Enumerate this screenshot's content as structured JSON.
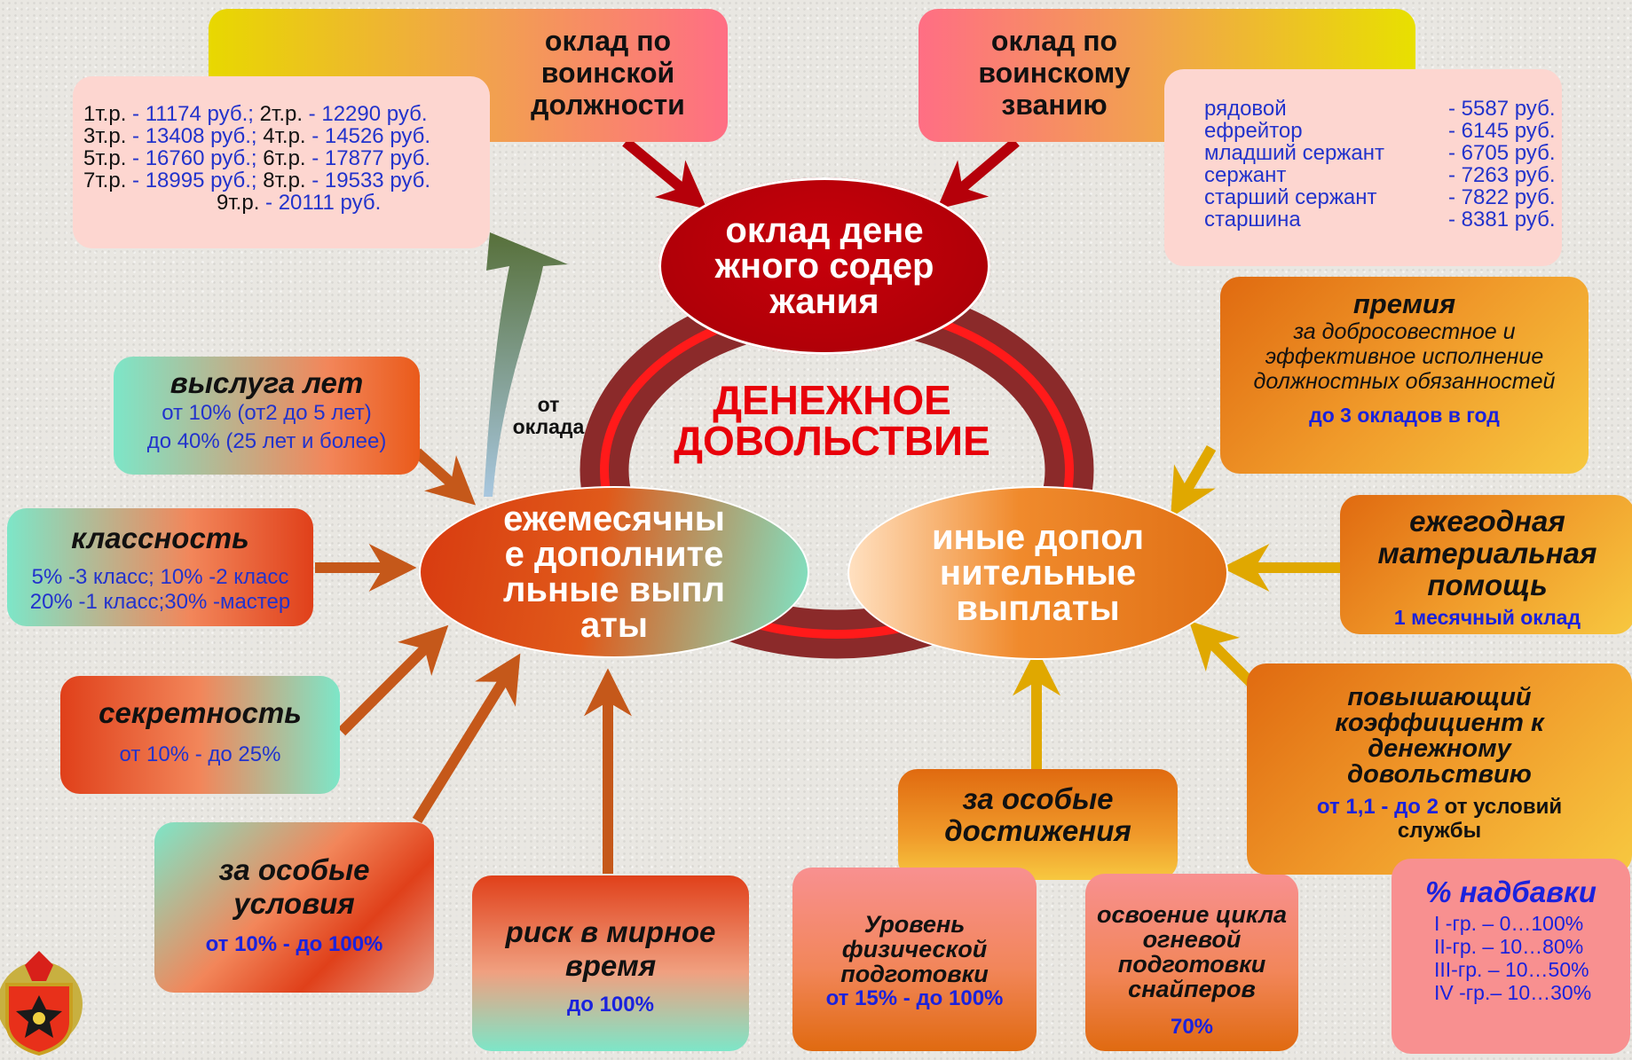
{
  "center": {
    "title_line1": "ДЕНЕЖНОЕ",
    "title_line2": "ДОВОЛЬСТВИЕ",
    "salary_oval": "оклад денежного содержания",
    "monthly_oval": "ежемесячные дополнительные выплаты",
    "other_oval": "иные дополнительные выплаты",
    "from_salary": "от оклада"
  },
  "position_salary": {
    "title": "оклад по воинской должности",
    "rows": [
      {
        "a_k": "1т.р.",
        "a_v": " - 11174 руб.;",
        "b_k": " 2т.р.",
        "b_v": " - 12290 руб."
      },
      {
        "a_k": "3т.р.",
        "a_v": " - 13408 руб.;",
        "b_k": " 4т.р.",
        "b_v": " - 14526 руб."
      },
      {
        "a_k": "5т.р.",
        "a_v": " - 16760 руб.;",
        "b_k": " 6т.р.",
        "b_v": " - 17877 руб."
      },
      {
        "a_k": "7т.р.",
        "a_v": " - 18995 руб.;",
        "b_k": " 8т.р.",
        "b_v": " - 19533 руб."
      }
    ],
    "last_k": "9т.р.",
    "last_v": " - 20111 руб."
  },
  "rank_salary": {
    "title": "оклад по воинскому званию",
    "ranks": [
      {
        "name": "рядовой",
        "value": "- 5587 руб."
      },
      {
        "name": "ефрейтор",
        "value": "- 6145 руб."
      },
      {
        "name": "младший сержант",
        "value": "- 6705 руб."
      },
      {
        "name": "сержант",
        "value": "- 7263 руб."
      },
      {
        "name": "старший сержант",
        "value": "- 7822 руб."
      },
      {
        "name": "старшина",
        "value": "- 8381 руб."
      }
    ]
  },
  "seniority": {
    "title": "выслуга лет",
    "line1": "от 10% (от2 до 5 лет)",
    "line2": "до 40% (25 лет и более)"
  },
  "class_rating": {
    "title": "классность",
    "line1": "5% -3 класс; 10% -2 класс",
    "line2": "20% -1 класс;30% -мастер"
  },
  "secrecy": {
    "title": "секретность",
    "value": "от 10%  -  до 25%"
  },
  "special_conditions": {
    "title": "за особые условия",
    "value": "от 10%  -  до 100%"
  },
  "risk": {
    "title": "риск в мирное время",
    "value": "до 100%"
  },
  "achievements": {
    "title": "за особые достижения"
  },
  "physical": {
    "title": "Уровень физической подготовки",
    "value": "от 15% - до 100%"
  },
  "snipers": {
    "title": "освоение цикла огневой подготовки снайперов",
    "value": "70%"
  },
  "bonus": {
    "title": "премия",
    "text": "за добросовестное и эффективное исполнение должностных обязанностей",
    "value": "до 3 окладов в год"
  },
  "aid": {
    "title": "ежегодная материальная помощь",
    "value": "1 месячный оклад"
  },
  "coefficient": {
    "title": "повышающий коэффициент к денежному довольствию",
    "value_a": "от 1,1 - до 2",
    "value_b": " от условий службы"
  },
  "allowances": {
    "title": "% надбавки",
    "rows": [
      "I -гр.  –  0…100%",
      "II-гр. – 10…80%",
      "III-гр. – 10…50%",
      "IV -гр.– 10…30%"
    ]
  },
  "colors": {
    "dark_red": "#b8000a",
    "ring": "#8b2a2a",
    "orange": "#e8701a",
    "gold": "#e0a800",
    "blue": "#2233cc"
  }
}
